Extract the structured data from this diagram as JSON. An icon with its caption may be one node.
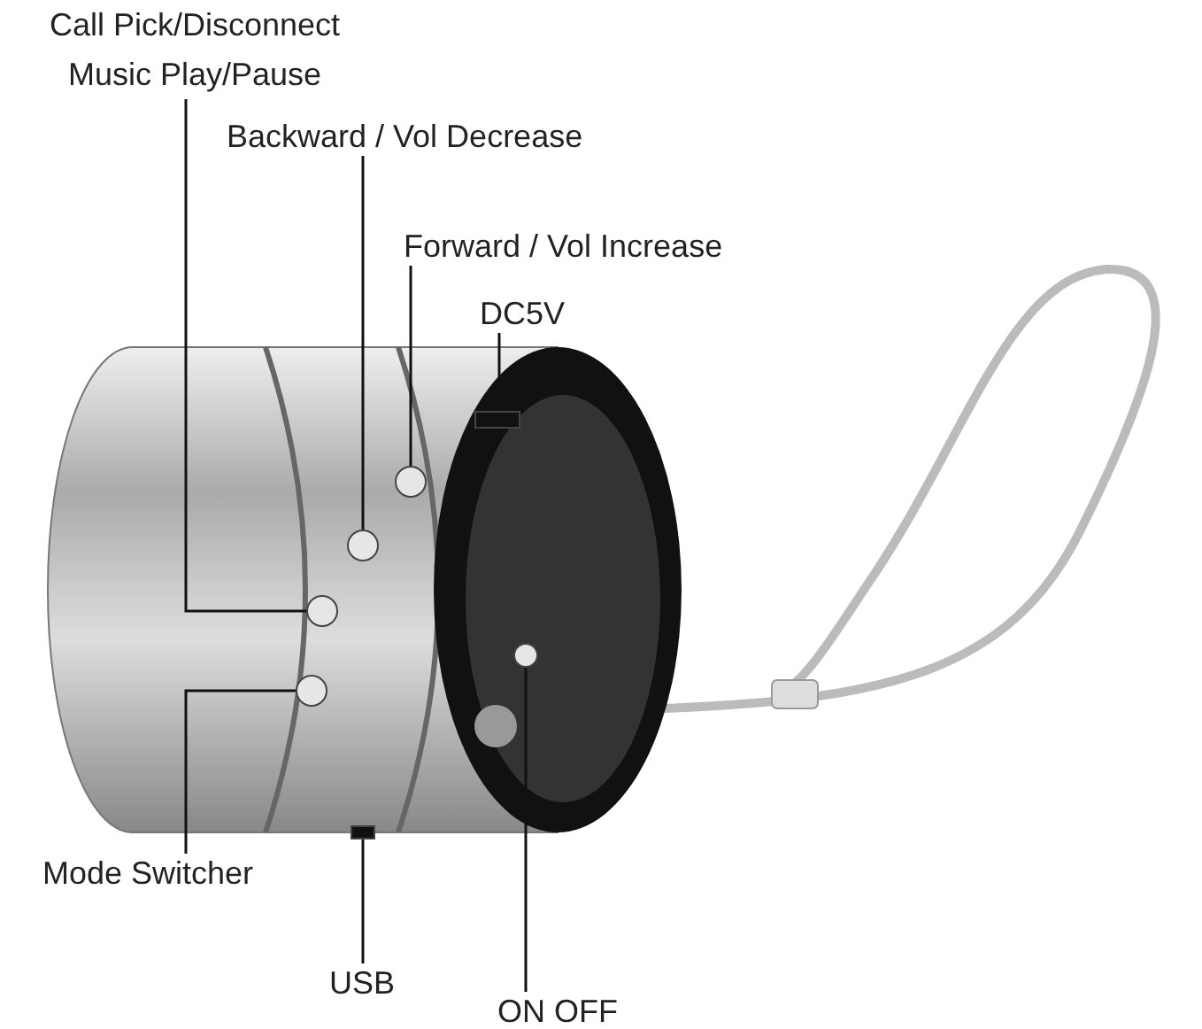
{
  "diagram": {
    "nodes": [
      {
        "text": [
          "Call Pick/Disconnect Music Play/Pause"
        ]
      },
      {
        "text": [
          "Backward / Vol Decrease"
        ]
      },
      {
        "text": [
          "Forward / Vol Increase"
        ]
      },
      {
        "text": [
          "DC5V"
        ]
      },
      {
        "text": [
          "Mode Switcher"
        ]
      },
      {
        "text": [
          "USB"
        ]
      },
      {
        "text": [
          "ON OFF"
        ]
      },
      {
        "text": [],
        "shape": "picture"
      },
      {
        "text": [],
        "shape": "circle",
        "in": 7
      },
      {
        "text": [],
        "shape": "circle",
        "in": 7
      },
      {
        "text": [],
        "shape": "circle",
        "in": 7
      },
      {
        "text": [],
        "shape": "box",
        "in": 7
      },
      {
        "text": [],
        "shape": "circle",
        "in": 7
      },
      {
        "text": [],
        "shape": "box",
        "in": 7
      },
      {
        "text": [],
        "shape": "circle",
        "in": 7
      }
    ],
    "edges": [
      {
        "from": 0,
        "to": 8,
        "arrow": "none"
      },
      {
        "from": 1,
        "to": 9,
        "arrow": "none"
      },
      {
        "from": 2,
        "to": 10,
        "arrow": "none"
      },
      {
        "from": 3,
        "to": 11,
        "arrow": "none"
      },
      {
        "from": 4,
        "to": 12,
        "arrow": "none"
      },
      {
        "from": 5,
        "to": 13,
        "arrow": "none"
      },
      {
        "from": 6,
        "to": 14,
        "arrow": "none"
      }
    ]
  }
}
